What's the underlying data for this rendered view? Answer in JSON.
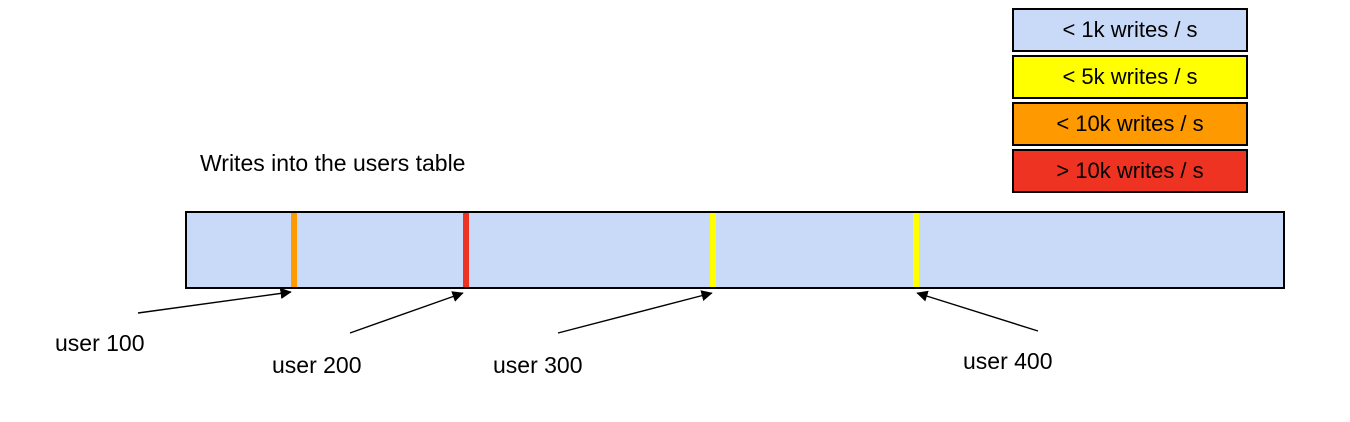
{
  "title": "Writes into the users table",
  "legend": {
    "items": [
      {
        "label": "< 1k writes / s",
        "color": "#c9daf8"
      },
      {
        "label": "< 5k writes / s",
        "color": "#ffff00"
      },
      {
        "label": "< 10k writes / s",
        "color": "#ff9900"
      },
      {
        "label": "> 10k writes / s",
        "color": "#ee3322"
      }
    ]
  },
  "bar": {
    "fill": "#c9daf8",
    "border": "#000000",
    "markers": [
      {
        "label": "user 100",
        "color": "#ff9900",
        "position_pct": 9.5
      },
      {
        "label": "user 200",
        "color": "#ee3322",
        "position_pct": 25.2
      },
      {
        "label": "user 300",
        "color": "#ffff00",
        "position_pct": 47.7
      },
      {
        "label": "user 400",
        "color": "#ffff00",
        "position_pct": 66.2
      }
    ]
  }
}
